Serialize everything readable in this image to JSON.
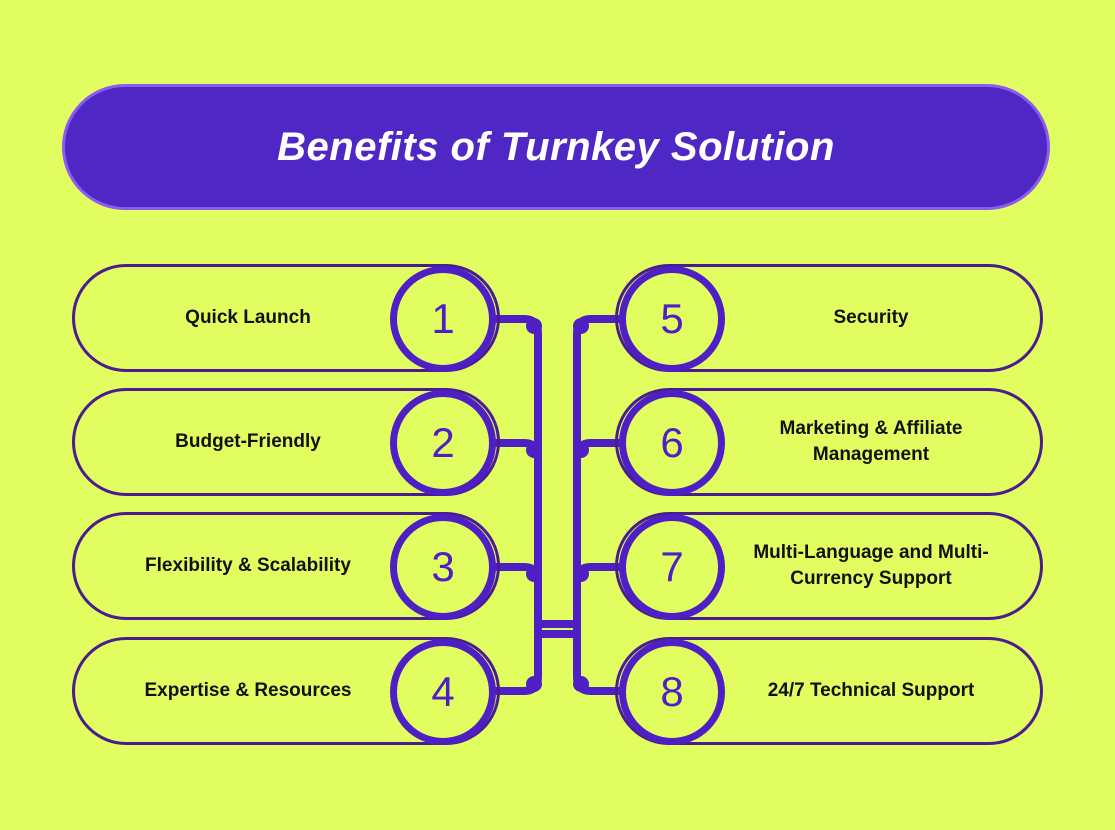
{
  "header": {
    "title": "Benefits of Turnkey Solution"
  },
  "benefits": [
    {
      "number": "1",
      "label": "Quick Launch"
    },
    {
      "number": "2",
      "label": "Budget-Friendly"
    },
    {
      "number": "3",
      "label": "Flexibility & Scalability"
    },
    {
      "number": "4",
      "label": "Expertise & Resources"
    },
    {
      "number": "5",
      "label": "Security"
    },
    {
      "number": "6",
      "label": "Marketing & Affiliate Management"
    },
    {
      "number": "7",
      "label": "Multi-Language and Multi-Currency Support"
    },
    {
      "number": "8",
      "label": "24/7 Technical Support"
    }
  ],
  "colors": {
    "background": "#e2fd5f",
    "banner": "#4e27c5",
    "accent": "#4e1fc4",
    "outline": "#4a1d8f"
  }
}
